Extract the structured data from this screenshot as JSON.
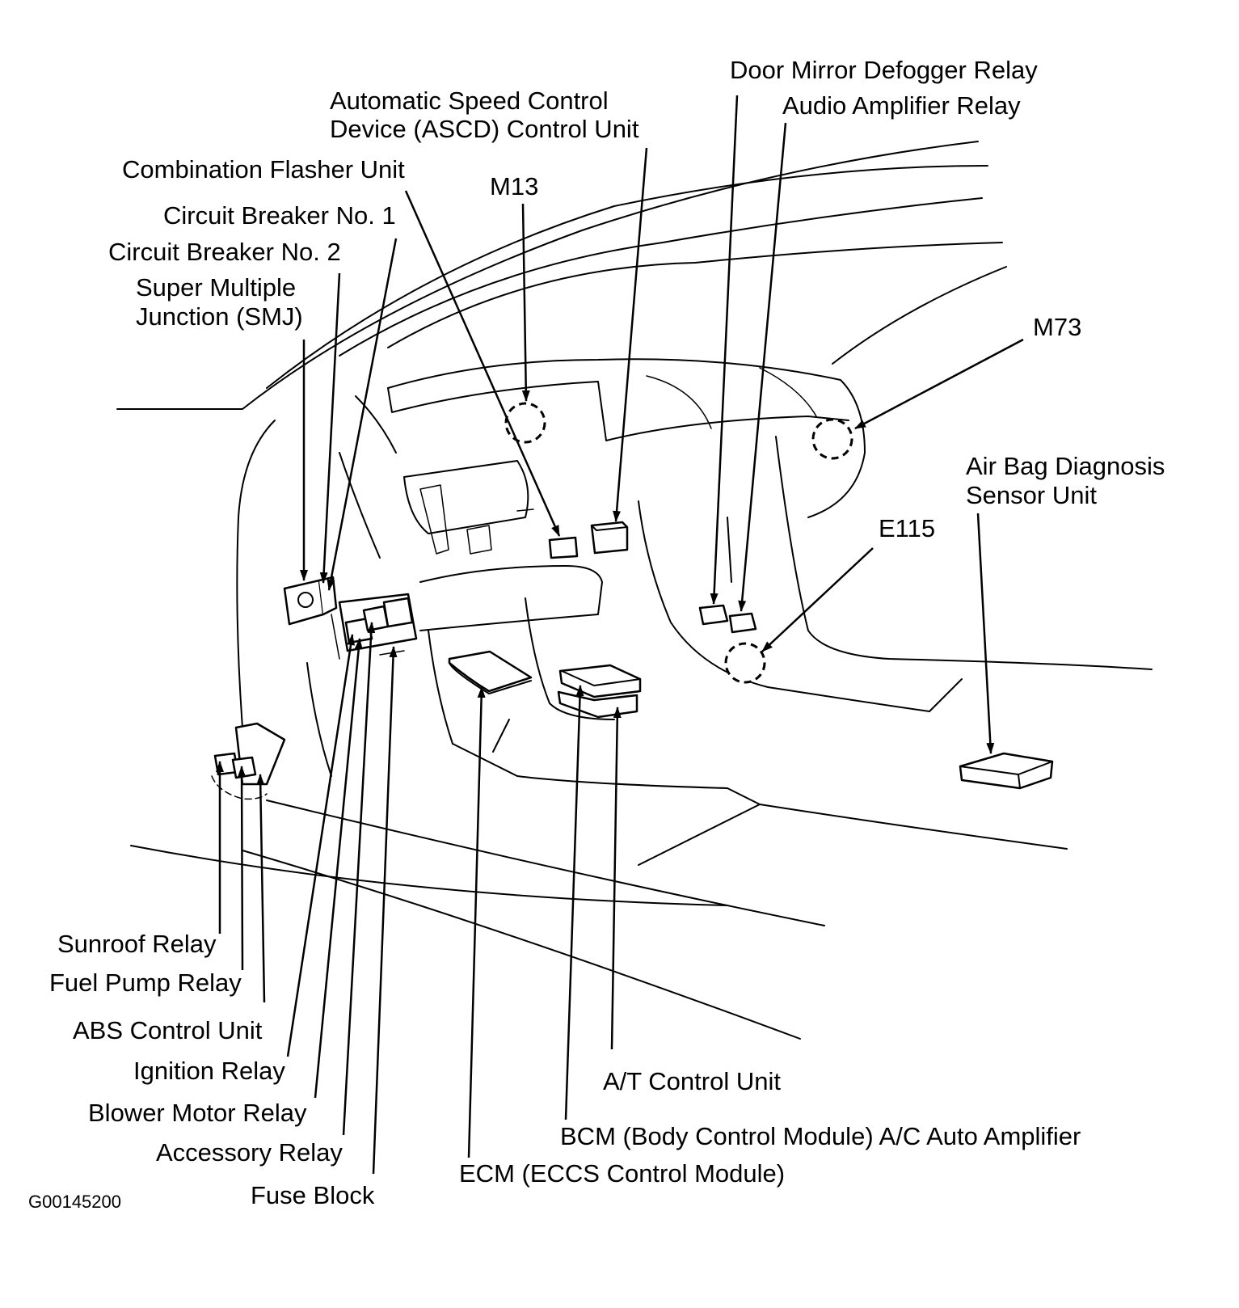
{
  "labels": {
    "door_mirror_defogger_relay": "Door Mirror Defogger Relay",
    "audio_amplifier_relay": "Audio Amplifier Relay",
    "ascd_line1": "Automatic Speed Control",
    "ascd_line2": "Device (ASCD) Control Unit",
    "combination_flasher_unit": "Combination Flasher Unit",
    "m13": "M13",
    "circuit_breaker_1": "Circuit Breaker No. 1",
    "circuit_breaker_2": "Circuit Breaker No. 2",
    "smj_line1": "Super Multiple",
    "smj_line2": "Junction (SMJ)",
    "m73": "M73",
    "air_bag_line1": "Air Bag Diagnosis",
    "air_bag_line2": "Sensor Unit",
    "e115": "E115",
    "sunroof_relay": "Sunroof Relay",
    "fuel_pump_relay": "Fuel Pump Relay",
    "abs_control_unit": "ABS Control Unit",
    "ignition_relay": "Ignition Relay",
    "blower_motor_relay": "Blower Motor Relay",
    "accessory_relay": "Accessory Relay",
    "fuse_block": "Fuse Block",
    "at_control_unit": "A/T Control Unit",
    "bcm_ac_amp": "BCM (Body Control Module) A/C Auto Amplifier",
    "ecm": "ECM (ECCS Control Module)"
  },
  "figure_code": "G00145200"
}
